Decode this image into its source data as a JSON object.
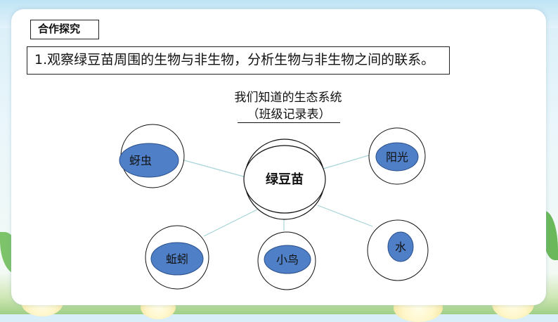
{
  "tag": "合作探究",
  "task": "1.观察绿豆苗周围的生物与非生物，分析生物与非生物之间的联系。",
  "title": "我们知道的生态系统",
  "subtitle": "（班级记录表）",
  "diagram": {
    "center": "绿豆苗",
    "nodes": [
      "蚜虫",
      "阳光",
      "蚯蚓",
      "小鸟",
      "水"
    ]
  },
  "colors": {
    "node_fill": "#4f7fc6",
    "node_stroke": "#2a4f8a",
    "line": "#a8d4d8"
  }
}
